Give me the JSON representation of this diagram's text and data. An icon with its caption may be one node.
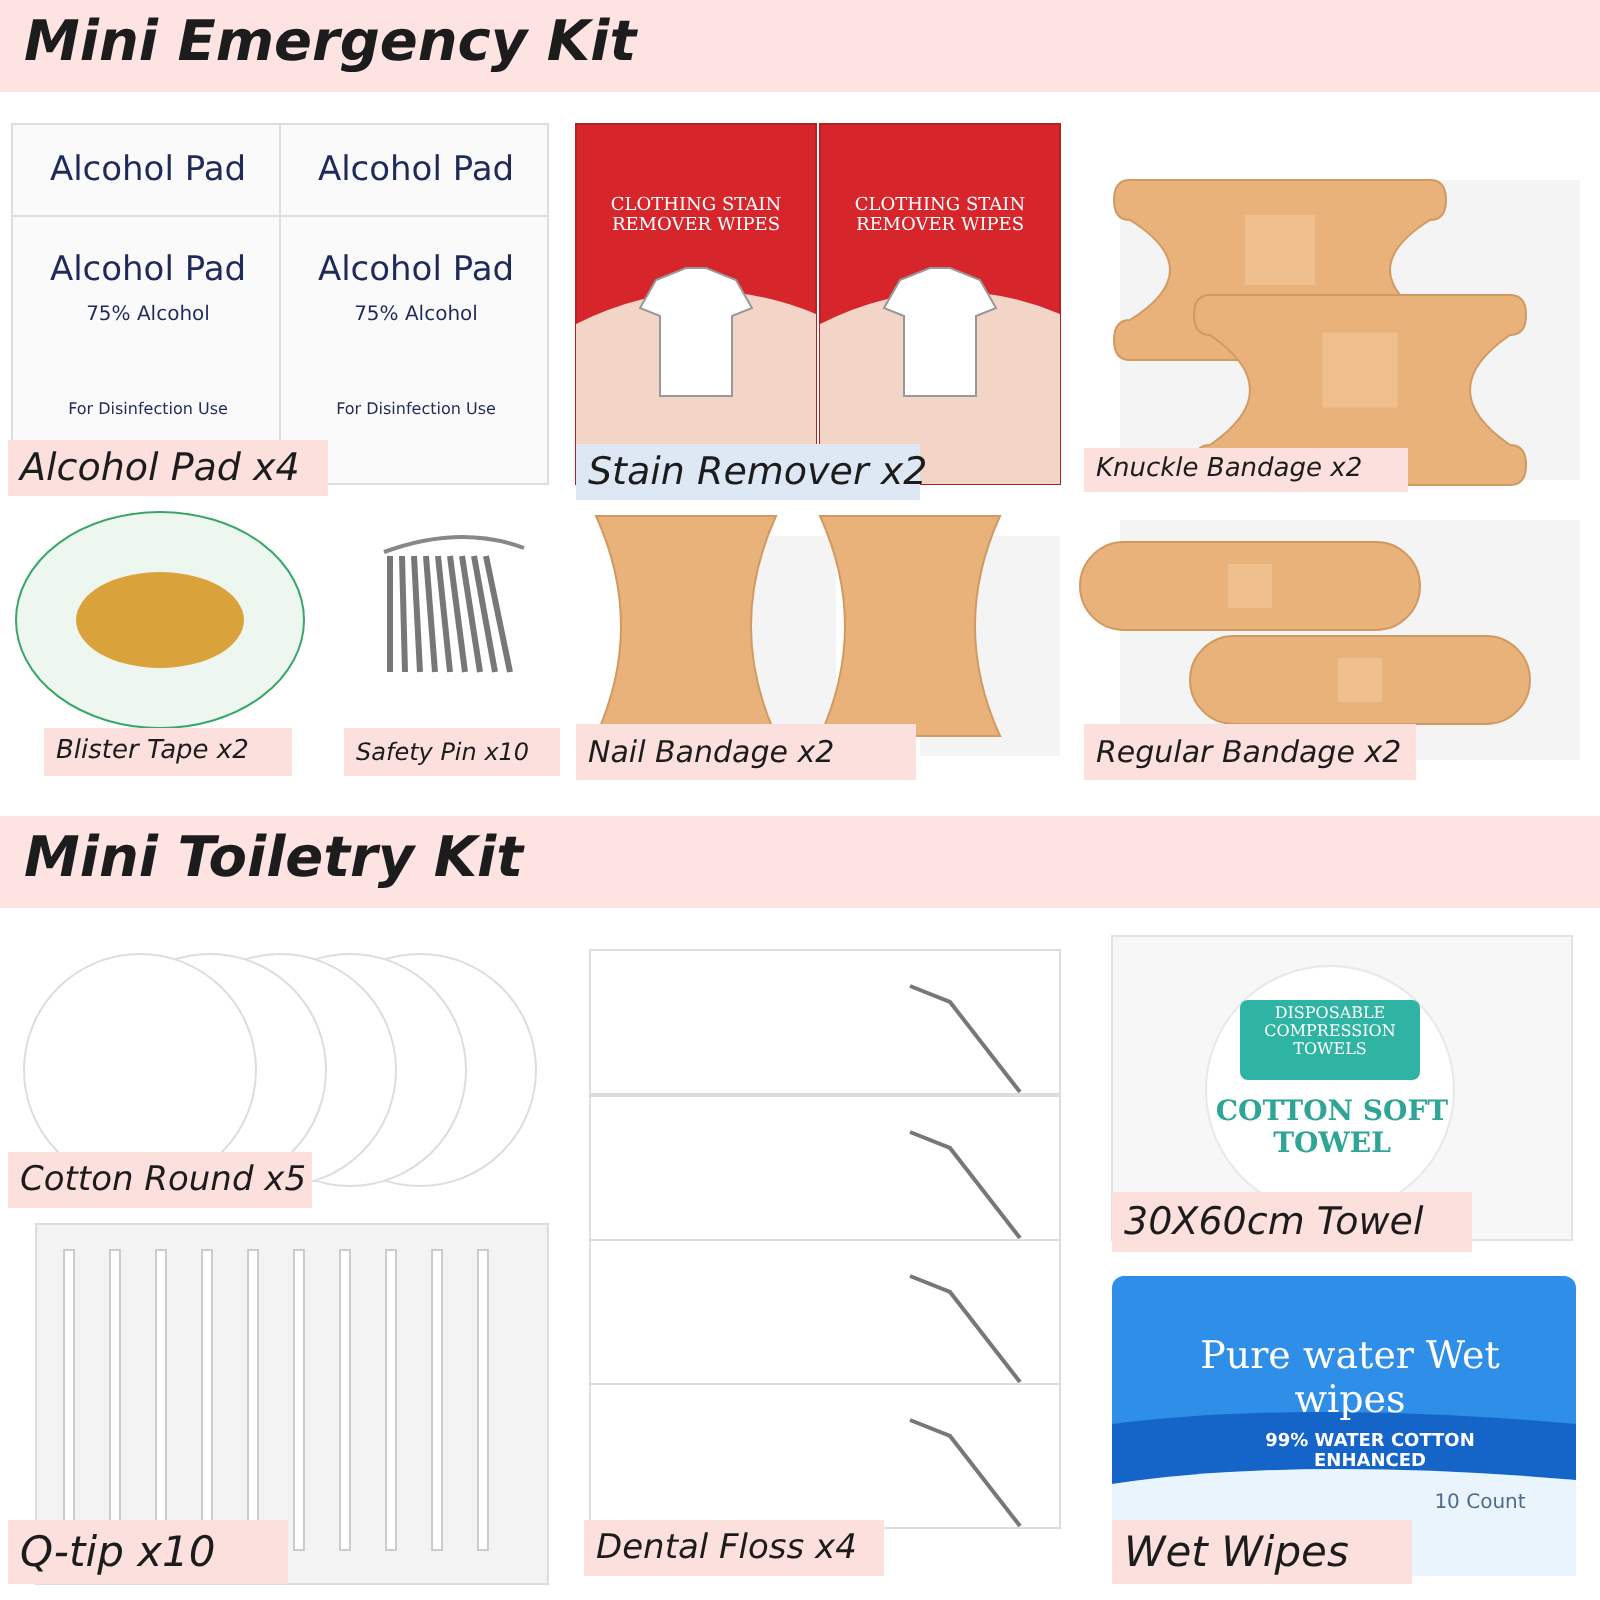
{
  "diagram": {
    "nodes": [
      {
        "text": [
          "Mini Emergency Kit"
        ]
      },
      {
        "text": [
          "Alcohol Pad x4"
        ]
      },
      {
        "text": [
          "Stain Remover x2"
        ]
      },
      {
        "text": [
          "Knuckle Bandage x2"
        ]
      },
      {
        "text": [
          "Blister Tape x2"
        ]
      },
      {
        "text": [
          "Safety Pin x10"
        ]
      },
      {
        "text": [
          "Nail Bandage x2"
        ]
      },
      {
        "text": [
          "Regular Bandage x2"
        ]
      },
      {
        "text": [
          "Mini Toiletry Kit"
        ]
      },
      {
        "text": [
          "Cotton Round x5"
        ]
      },
      {
        "text": [
          "30X60cm Towel"
        ]
      },
      {
        "text": [
          "Q-tip x10"
        ]
      },
      {
        "text": [
          "Dental Floss x4"
        ]
      },
      {
        "text": [
          "Wet Wipes"
        ]
      }
    ],
    "edges": [],
    "labels": [
      "Alcohol Pad",
      "Alcohol Pad",
      "CLOTHING STAIN REMOVER WIPES",
      "CLOTHING STAIN REMOVER WIPES",
      "Alcohol Pad",
      "Alcohol Pad",
      "75% Alcohol",
      "75% Alcohol",
      "For Disinfection Use",
      "For Disinfection Use",
      "DISPOSABLE COMPRESSION TOWELS",
      "COTTON SOFT TOWEL",
      "Pure water Wet wipes",
      "99% WATER COTTON ENHANCED",
      "10 Count"
    ]
  }
}
